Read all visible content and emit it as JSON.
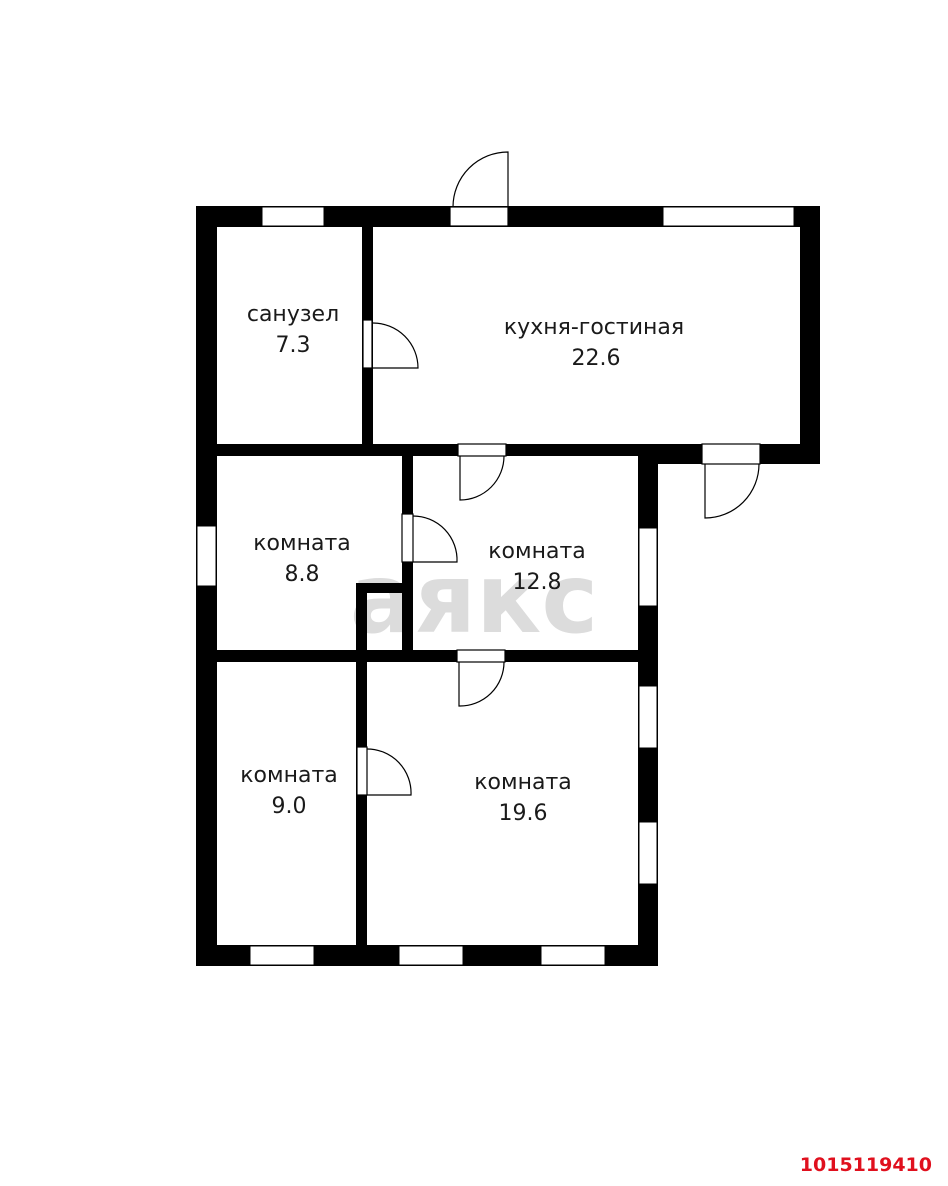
{
  "plan": {
    "watermark": "аякс",
    "listing_id": "1015119410",
    "colors": {
      "wall": "#000000",
      "background": "#ffffff",
      "watermark": "#dcdcdc",
      "listing_id": "#e0101e"
    },
    "rooms": [
      {
        "name": "санузел",
        "area": "7.3"
      },
      {
        "name": "кухня-гостиная",
        "area": "22.6"
      },
      {
        "name": "комната",
        "area": "8.8"
      },
      {
        "name": "комната",
        "area": "12.8"
      },
      {
        "name": "комната",
        "area": "9.0"
      },
      {
        "name": "комната",
        "area": "19.6"
      }
    ]
  }
}
